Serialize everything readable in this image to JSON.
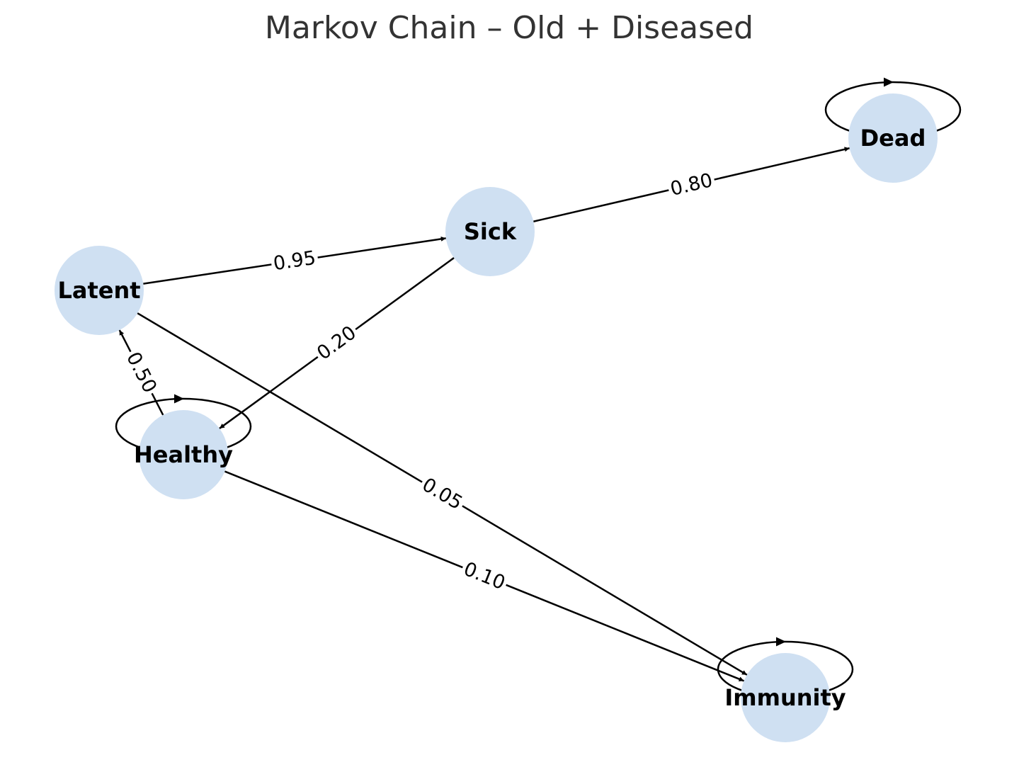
{
  "title": "Markov Chain – Old + Diseased",
  "nodes": [
    {
      "id": "Latent",
      "label": "Latent"
    },
    {
      "id": "Sick",
      "label": "Sick"
    },
    {
      "id": "Dead",
      "label": "Dead"
    },
    {
      "id": "Healthy",
      "label": "Healthy"
    },
    {
      "id": "Immunity",
      "label": "Immunity"
    }
  ],
  "edges": [
    {
      "from": "Latent",
      "to": "Sick",
      "label": "0.95"
    },
    {
      "from": "Sick",
      "to": "Dead",
      "label": "0.80"
    },
    {
      "from": "Sick",
      "to": "Healthy",
      "label": "0.20"
    },
    {
      "from": "Healthy",
      "to": "Latent",
      "label": "0.50"
    },
    {
      "from": "Latent",
      "to": "Immunity",
      "label": "0.05"
    },
    {
      "from": "Healthy",
      "to": "Immunity",
      "label": "0.10"
    }
  ],
  "self_loops": [
    "Dead",
    "Healthy",
    "Immunity"
  ],
  "colors": {
    "node_fill": "#cfe0f2",
    "edge": "#000000",
    "title": "#333333"
  }
}
